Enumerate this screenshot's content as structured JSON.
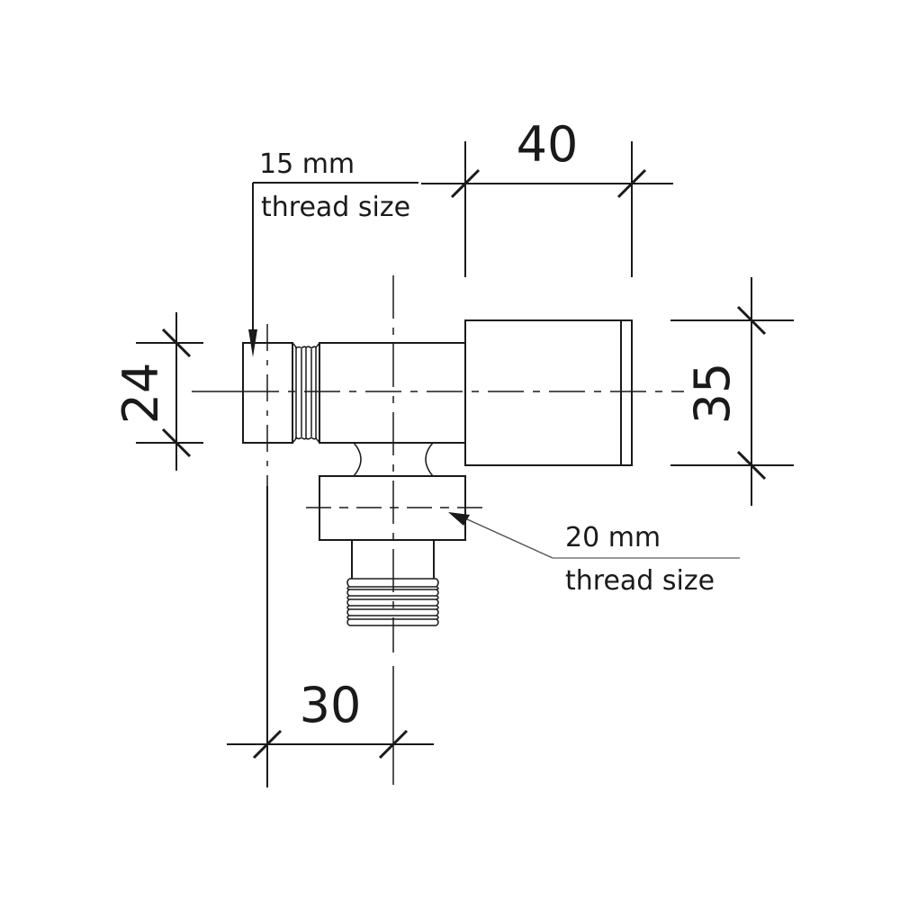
{
  "diagram": {
    "type": "technical-drawing",
    "subject": "angle valve",
    "dimensions": {
      "handle_length": "40",
      "handle_height": "35",
      "inlet_height": "24",
      "outlet_offset": "30"
    },
    "annotations": {
      "inlet_thread_size": "15 mm",
      "inlet_thread_label": "thread size",
      "outlet_thread_size": "20 mm",
      "outlet_thread_label": "thread size"
    },
    "colors": {
      "line": "#1a1a1a",
      "leader_grey": "#888888",
      "background": "#ffffff"
    }
  }
}
